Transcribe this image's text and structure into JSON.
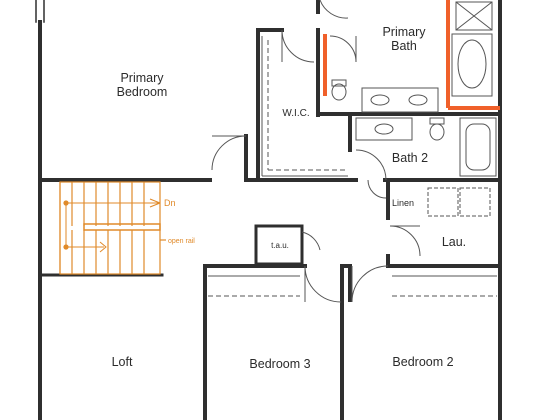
{
  "rooms": {
    "primary_bedroom_line1": "Primary",
    "primary_bedroom_line2": "Bedroom",
    "primary_bath_line1": "Primary",
    "primary_bath_line2": "Bath",
    "wic": "W.I.C.",
    "bath2": "Bath 2",
    "linen": "Linen",
    "laundry": "Lau.",
    "tau": "t.a.u.",
    "loft": "Loft",
    "bedroom3": "Bedroom 3",
    "bedroom2": "Bedroom 2"
  },
  "stairs": {
    "down_label": "Dn",
    "open_rail_label": "open rail"
  },
  "colors": {
    "wall": "#2f2f2f",
    "accent_wall": "#f0602a",
    "stair": "#e08a2a",
    "fixture": "#555555"
  }
}
